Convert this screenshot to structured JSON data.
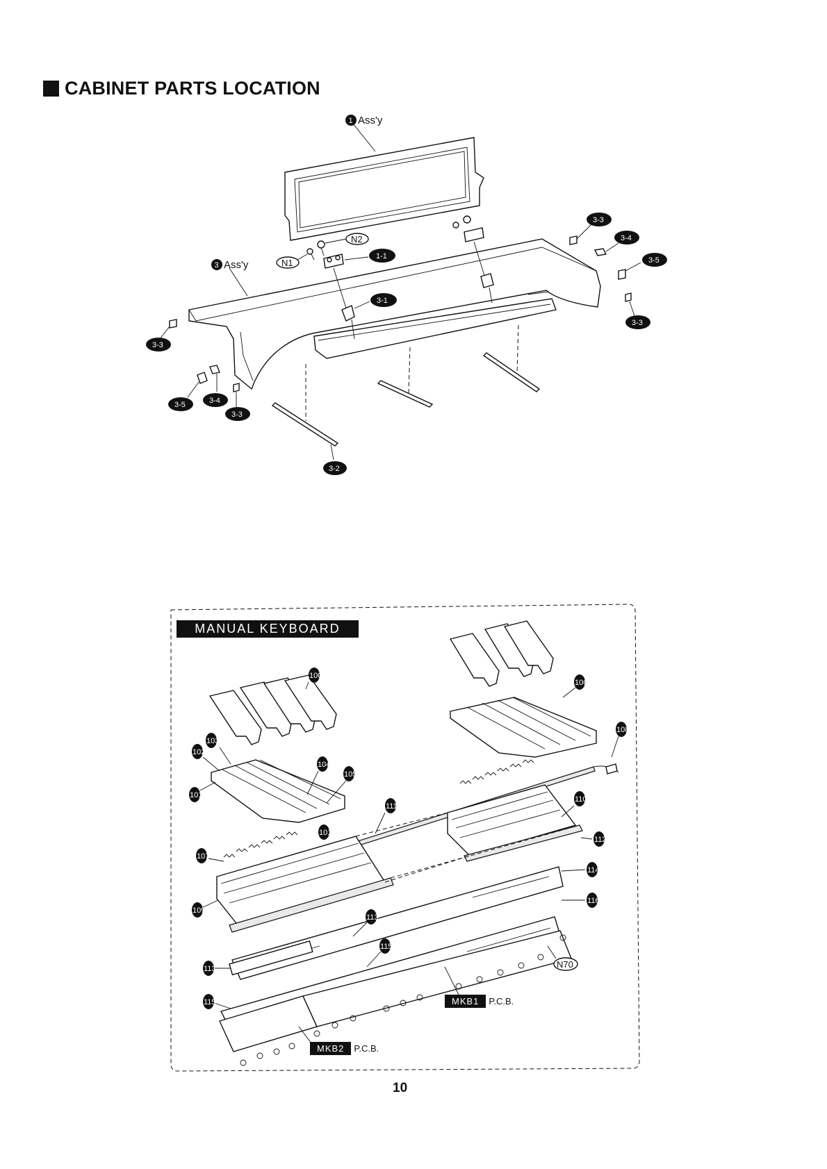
{
  "heading": {
    "title": "CABINET PARTS LOCATION"
  },
  "cabinet_callouts": {
    "music_rest": {
      "number": "1",
      "suffix": "Ass'y"
    },
    "cabinet": {
      "number": "3",
      "suffix": "Ass'y"
    },
    "n2": "N2",
    "n1": "N1",
    "c1_1": "1-1",
    "c3_1": "3-1",
    "c3_2": "3-2",
    "c3_3_left": "3-3",
    "c3_3_right_top": "3-3",
    "c3_3_right_bottom": "3-3",
    "c3_3_bottom": "3-3",
    "c3_4_left": "3-4",
    "c3_4_right": "3-4",
    "c3_5_left": "3-5",
    "c3_5_right": "3-5"
  },
  "manual_keyboard": {
    "banner": "MANUAL KEYBOARD",
    "callouts": [
      "100",
      "106",
      "108",
      "103",
      "102",
      "104",
      "105",
      "101",
      "111",
      "110",
      "107",
      "112",
      "109",
      "114",
      "116",
      "113",
      "115",
      "113",
      "115"
    ],
    "n70": "N70",
    "mkb1": {
      "tag": "MKB1",
      "suffix": "P.C.B."
    },
    "mkb2": {
      "tag": "MKB2",
      "suffix": "P.C.B."
    }
  },
  "page_number": "10"
}
